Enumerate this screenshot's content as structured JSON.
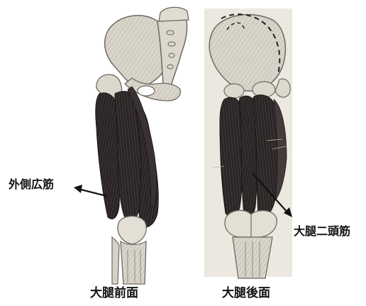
{
  "labels": {
    "vastus_lateralis": "外側広筋",
    "biceps_femoris": "大腿二頭筋"
  },
  "captions": {
    "front": "大腿前面",
    "back": "大腿後面"
  },
  "colors": {
    "bone": "#d6d2c8",
    "bone_shade": "#8f8a80",
    "muscle": "#2a2424",
    "muscle_light": "#5a5050",
    "ink": "#111111",
    "panel_back": "#ece8e0"
  }
}
